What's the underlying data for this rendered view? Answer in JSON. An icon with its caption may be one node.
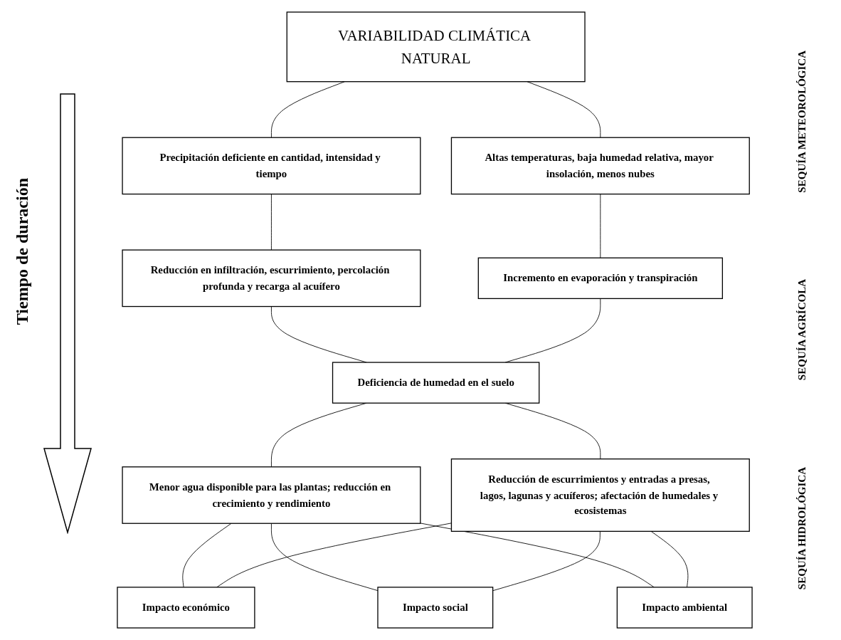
{
  "diagram": {
    "nodes": [
      {
        "text": [
          "VARIABILIDAD CLIMÁTICA NATURAL"
        ]
      },
      {
        "text": [
          "Precipitación deficiente en cantidad, intensidad y tiempo"
        ]
      },
      {
        "text": [
          "Altas temperaturas, baja humedad relativa, mayor insolación, menos nubes"
        ]
      },
      {
        "text": [
          "Reducción en infiltración, escurrimiento, percolación profunda y recarga al acuífero"
        ]
      },
      {
        "text": [
          "Incremento en evaporación y transpiración"
        ]
      },
      {
        "text": [
          "Deficiencia de humedad en el suelo"
        ]
      },
      {
        "text": [
          "Menor agua disponible para las plantas; reducción en crecimiento y rendimiento"
        ]
      },
      {
        "text": [
          "Reducción de escurrimientos y entradas a presas, lagos, lagunas y acuíferos; afectación de humedales y ecosistemas"
        ]
      },
      {
        "text": [
          "Impacto económico"
        ]
      },
      {
        "text": [
          "Impacto social"
        ]
      },
      {
        "text": [
          "Impacto ambiental"
        ]
      }
    ],
    "edges": [
      {
        "from": 0,
        "to": 1,
        "arrow": "none"
      },
      {
        "from": 0,
        "to": 2,
        "arrow": "none"
      },
      {
        "from": 1,
        "to": 3,
        "arrow": "none"
      },
      {
        "from": 2,
        "to": 4,
        "arrow": "none"
      },
      {
        "from": 3,
        "to": 5,
        "arrow": "none"
      },
      {
        "from": 4,
        "to": 5,
        "arrow": "none"
      },
      {
        "from": 5,
        "to": 6,
        "arrow": "none"
      },
      {
        "from": 5,
        "to": 7,
        "arrow": "none"
      },
      {
        "from": 6,
        "to": 8,
        "arrow": "none"
      },
      {
        "from": 6,
        "to": 9,
        "arrow": "none"
      },
      {
        "from": 6,
        "to": 10,
        "arrow": "none"
      },
      {
        "from": 7,
        "to": 8,
        "arrow": "none"
      },
      {
        "from": 7,
        "to": 9,
        "arrow": "none"
      },
      {
        "from": 7,
        "to": 10,
        "arrow": "none"
      }
    ],
    "labels": [
      "Tiempo de duración",
      "SEQUÍA METEOROLÓGICA",
      "SEQUÍA AGRÍCOLA",
      "SEQUÍA HIDROLÓGICA"
    ]
  }
}
